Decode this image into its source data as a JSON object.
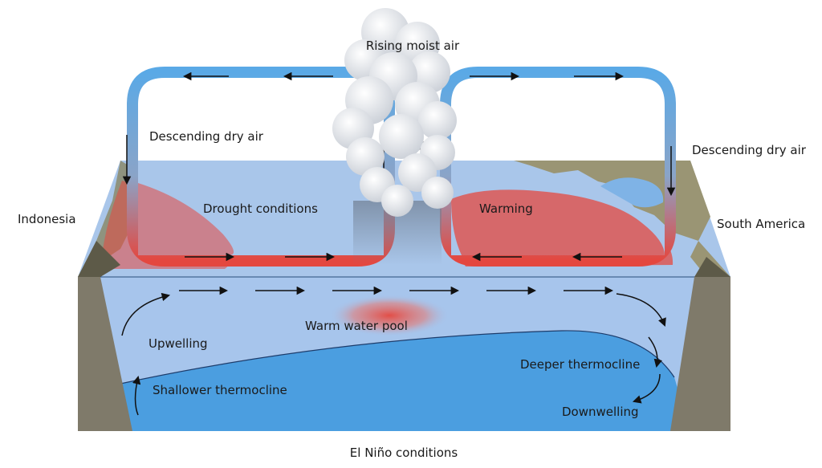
{
  "labels": {
    "rising_air": "Rising moist air",
    "descending_left": "Descending dry air",
    "descending_right": "Descending dry air",
    "indonesia": "Indonesia",
    "south_america": "South America",
    "drought": "Drought conditions",
    "warming": "Warming",
    "warm_pool": "Warm water pool",
    "upwelling": "Upwelling",
    "shallow_thermocline": "Shallower thermocline",
    "deep_thermocline": "Deeper thermocline",
    "downwelling": "Downwelling"
  },
  "title": "El Niño conditions",
  "colors": {
    "sky_blue": "#a9c6ea",
    "ocean_upper": "#a3c3ec",
    "ocean_deep": "#4b9ee0",
    "warm_red": "#e5483f",
    "land": "#7f7a6a",
    "arrow": "#111111"
  }
}
